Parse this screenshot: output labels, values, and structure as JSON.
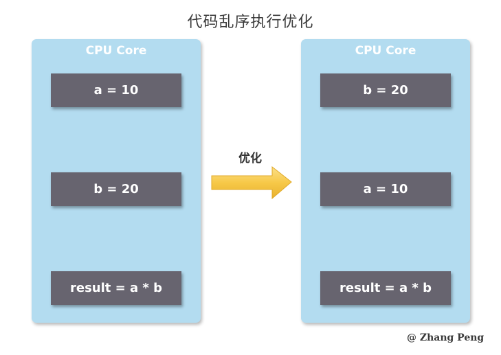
{
  "title": "代码乱序执行优化",
  "left_core": {
    "label": "CPU Core",
    "steps": [
      "a = 10",
      "b = 20",
      "result = a * b"
    ]
  },
  "right_core": {
    "label": "CPU Core",
    "steps": [
      "b = 20",
      "a = 10",
      "result = a * b"
    ]
  },
  "transition_label": "优化",
  "footer": "@ Zhang Peng",
  "colors": {
    "core_bg": "#b3dcf0",
    "step_bg": "#67646f",
    "arrow": "#67646f",
    "transition_arrow": "#f7c948"
  }
}
